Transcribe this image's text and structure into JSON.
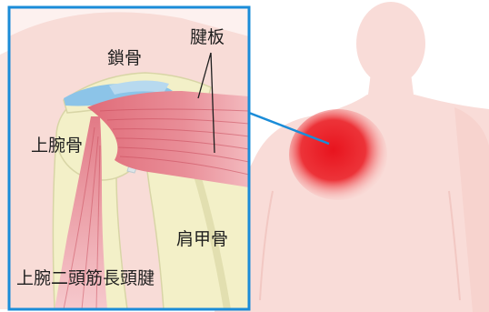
{
  "labels": {
    "tendon_plate": "腱板",
    "clavicle": "鎖骨",
    "humerus": "上腕骨",
    "scapula": "肩甲骨",
    "biceps_long_head_tendon": "上腕二頭筋長頭腱"
  },
  "colors": {
    "frame_border": "#1a8cd8",
    "leader_line": "#1a8cd8",
    "body_silhouette": "#f9dcd8",
    "pain_highlight": "#e8141e",
    "bone": "#f3f0c8",
    "bone_outline": "#d8d5a6",
    "cartilage": "#8cc4e8",
    "muscle": "#e57f8a",
    "muscle_light": "#f0b3ba",
    "muscle_fiber": "#c94c5c",
    "label_text": "#1e1e1e",
    "pointer_line": "#1e1e1e"
  },
  "icons": {
    "silhouette": "human-torso-silhouette",
    "highlight": "shoulder-pain-area"
  }
}
